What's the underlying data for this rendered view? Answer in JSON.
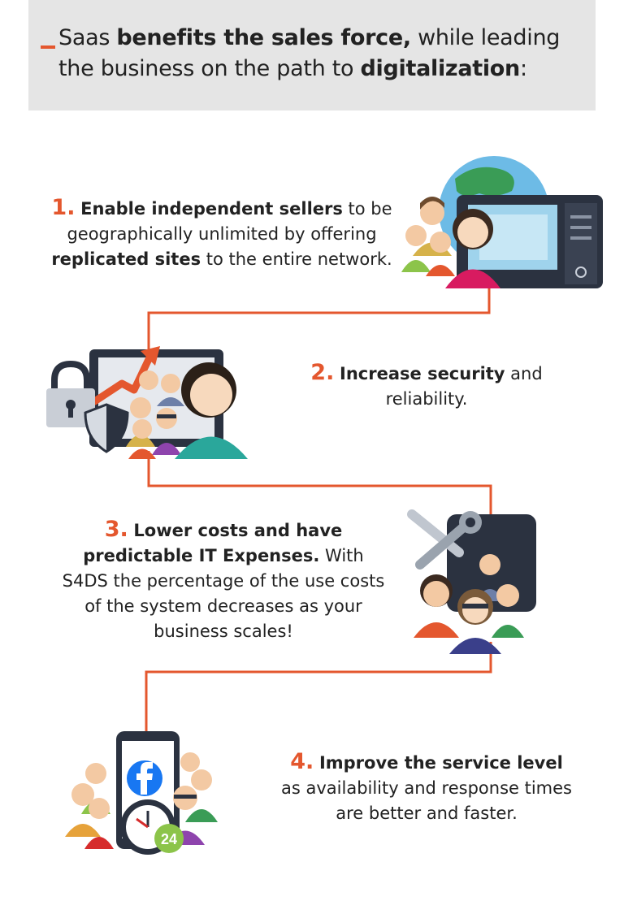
{
  "header": {
    "t1": "Saas ",
    "t2": "benefits the sales force,",
    "t3": " while leading the business on the path to ",
    "t4": "digitalization",
    "t5": ":"
  },
  "steps": [
    {
      "num": "1.",
      "b1": "Enable independent sellers",
      "t1": " to be geographically unlimited by offering ",
      "b2": "replicated sites",
      "t2": " to the entire network."
    },
    {
      "num": "2.",
      "b1": "Increase security",
      "t1": " and reliability."
    },
    {
      "num": "3.",
      "b1": "Lower costs and have predictable IT Expenses.",
      "t1": " With S4DS the percentage of the use costs of the system decreases as your business scales!"
    },
    {
      "num": "4.",
      "b1": "Improve the service level",
      "t1": " as availability and response times are better and faster."
    }
  ],
  "badges": {
    "clock_hours": "24"
  },
  "colors": {
    "accent": "#e4572e",
    "header_bg": "#e5e5e5",
    "line": "#e4572e",
    "dark": "#2b3240",
    "teal": "#2aa79b"
  },
  "icons": [
    "globe-icon",
    "monitor-icon",
    "lock-icon",
    "shield-icon",
    "growth-arrow-icon",
    "tools-icon",
    "smartphone-icon",
    "facebook-icon",
    "clock-icon"
  ]
}
